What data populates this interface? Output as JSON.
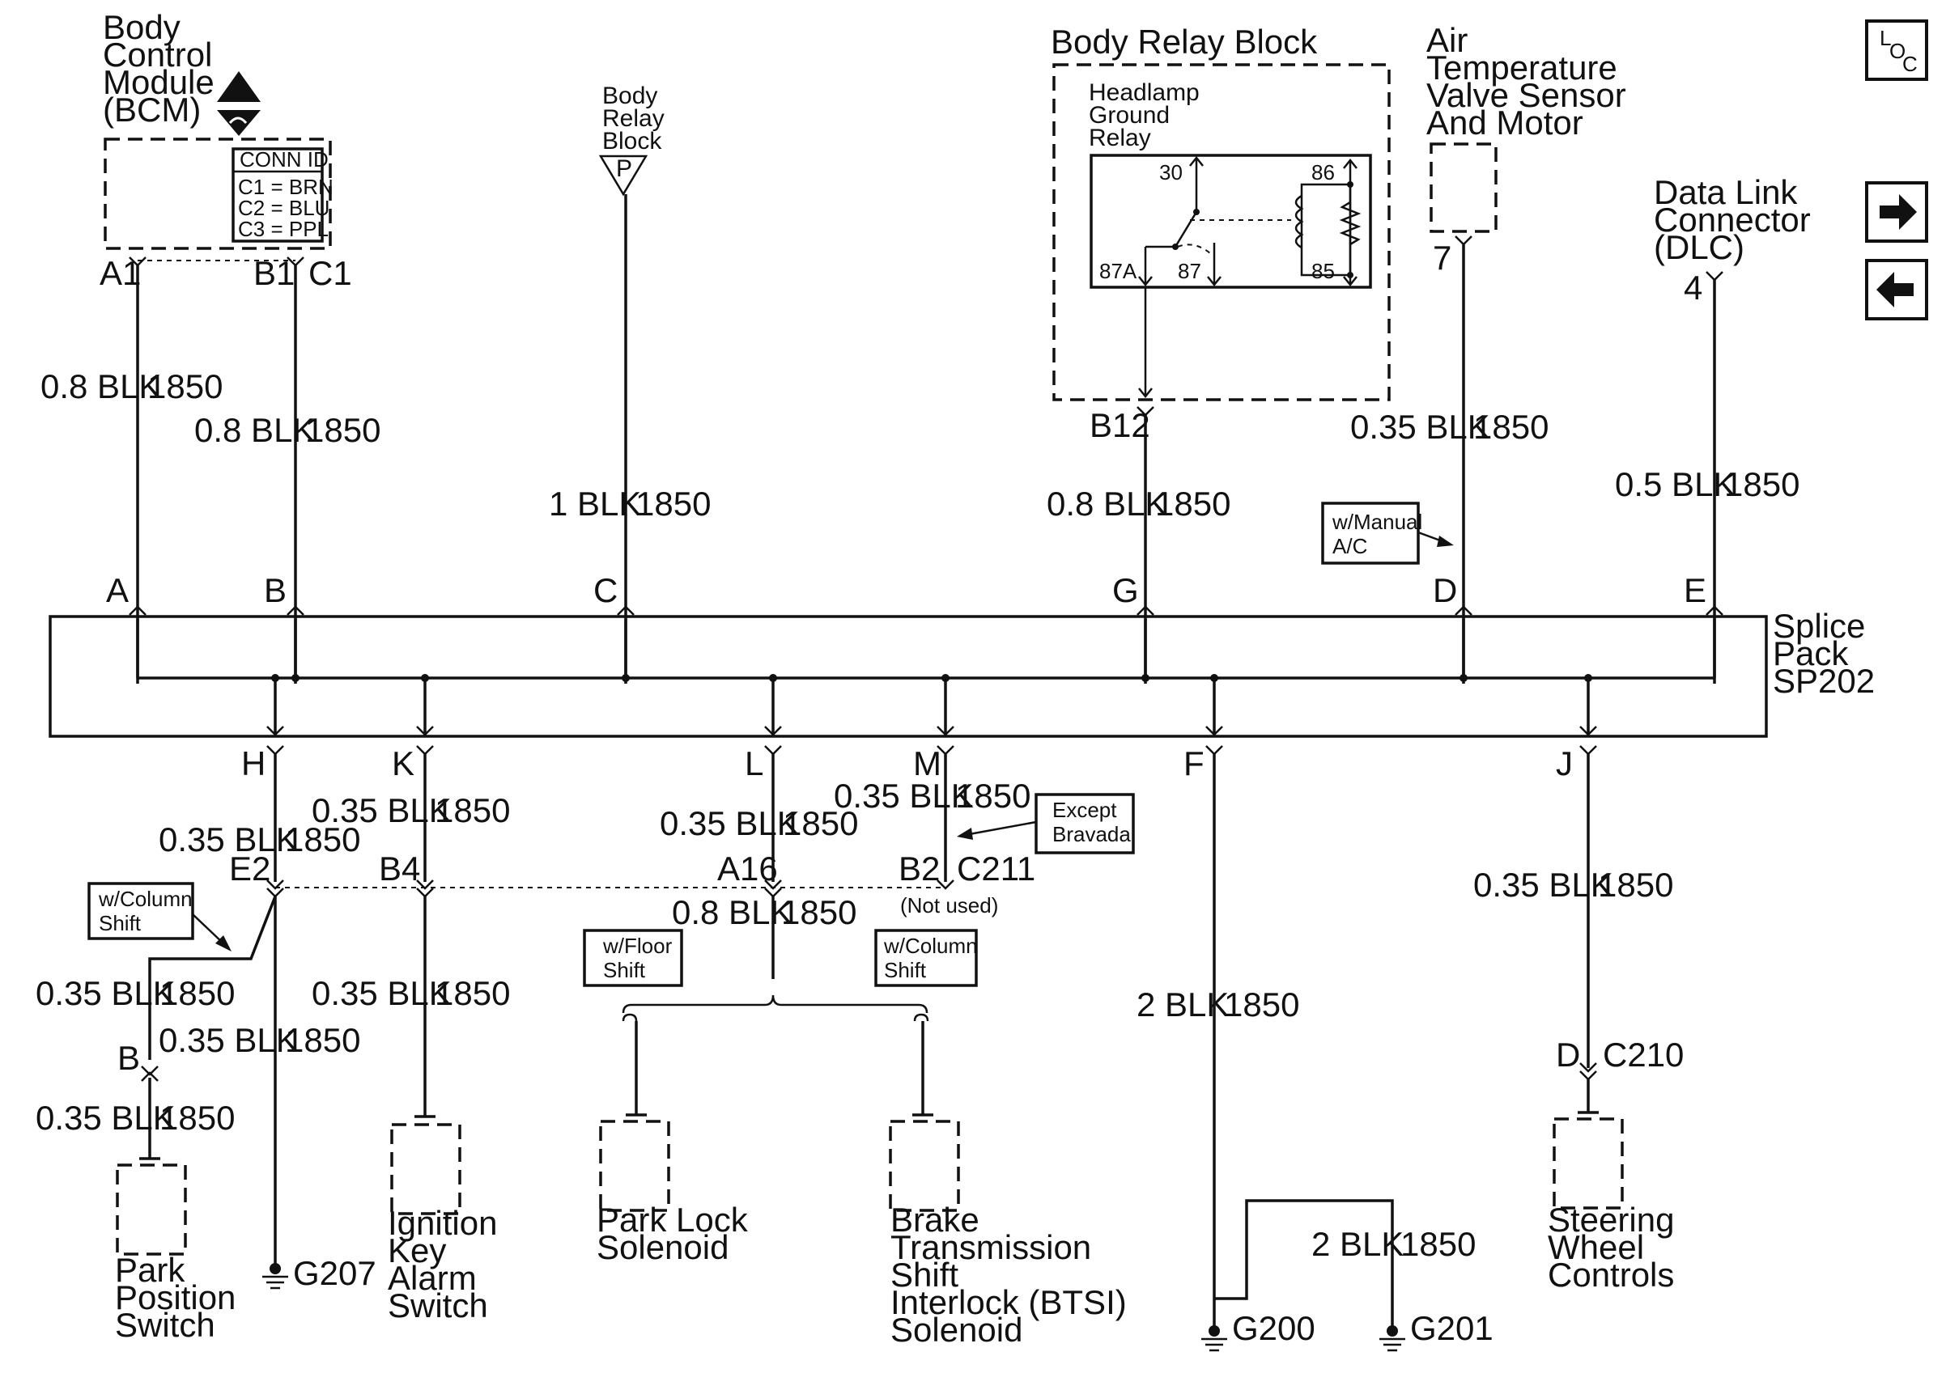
{
  "components": {
    "bcm": {
      "line1": "Body",
      "line2": "Control",
      "line3": "Module",
      "line4": "(BCM)"
    },
    "conn_id": {
      "title": "CONN ID",
      "c1": "C1 = BRN",
      "c2": "C2 = BLU",
      "c3": "C3 = PPL"
    },
    "body_relay_small": {
      "line1": "Body",
      "line2": "Relay",
      "line3": "Block",
      "pin": "P"
    },
    "body_relay_block": {
      "title": "Body Relay Block",
      "line1": "Headlamp",
      "line2": "Ground",
      "line3": "Relay",
      "p30": "30",
      "p86": "86",
      "p87a": "87A",
      "p87": "87",
      "p85": "85"
    },
    "air_temp": {
      "line1": "Air",
      "line2": "Temperature",
      "line3": "Valve Sensor",
      "line4": "And Motor"
    },
    "dlc": {
      "line1": "Data Link",
      "line2": "Connector",
      "line3": "(DLC)"
    },
    "splice": {
      "line1": "Splice",
      "line2": "Pack",
      "line3": "SP202"
    },
    "park_position": {
      "line1": "Park",
      "line2": "Position",
      "line3": "Switch"
    },
    "ignition_key": {
      "line1": "Ignition",
      "line2": "Key",
      "line3": "Alarm",
      "line4": "Switch"
    },
    "park_lock": {
      "line1": "Park Lock",
      "line2": "Solenoid"
    },
    "btsi": {
      "line1": "Brake",
      "line2": "Transmission",
      "line3": "Shift",
      "line4": "Interlock (BTSI)",
      "line5": "Solenoid"
    },
    "steering": {
      "line1": "Steering",
      "line2": "Wheel",
      "line3": "Controls"
    }
  },
  "pins": {
    "a1": "A1",
    "b1": "B1",
    "c1": "C1",
    "b12": "B12",
    "p7": "7",
    "p4": "4",
    "A": "A",
    "B": "B",
    "C": "C",
    "G": "G",
    "D": "D",
    "E": "E",
    "H": "H",
    "K": "K",
    "L": "L",
    "M": "M",
    "F": "F",
    "J": "J",
    "e2": "E2",
    "b4": "B4",
    "a16": "A16",
    "b2": "B2",
    "c211": "C211",
    "not_used": "(Not used)",
    "pp_b": "B",
    "d": "D",
    "c210": "C210"
  },
  "wires": {
    "w_a_gauge": "0.8 BLK",
    "w_a_circ": "1850",
    "w_b_gauge": "0.8 BLK",
    "w_b_circ": "1850",
    "w_c_gauge": "1 BLK",
    "w_c_circ": "1850",
    "w_g_gauge": "0.8 BLK",
    "w_g_circ": "1850",
    "w_d_gauge": "0.35 BLK",
    "w_d_circ": "1850",
    "w_e_gauge": "0.5 BLK",
    "w_e_circ": "1850",
    "w_k_gauge": "0.35 BLK",
    "w_k_circ": "1850",
    "w_h_gauge": "0.35 BLK",
    "w_h_circ": "1850",
    "w_l_gauge": "0.35 BLK",
    "w_l_circ": "1850",
    "w_m_gauge": "0.35 BLK",
    "w_m_circ": "1850",
    "w_j_gauge": "0.35 BLK",
    "w_j_circ": "1850",
    "w_a16_gauge": "0.8 BLK",
    "w_a16_circ": "1850",
    "w_pp1_gauge": "0.35 BLK",
    "w_pp1_circ": "1850",
    "w_g207_gauge": "0.35 BLK",
    "w_g207_circ": "1850",
    "w_pp2_gauge": "0.35 BLK",
    "w_pp2_circ": "1850",
    "w_ik_gauge": "0.35 BLK",
    "w_ik_circ": "1850",
    "w_f_gauge": "2 BLK",
    "w_f_circ": "1850",
    "w_g201_gauge": "2 BLK",
    "w_g201_circ": "1850"
  },
  "options": {
    "manual_ac_1": "w/Manual",
    "manual_ac_2": "A/C",
    "except_1": "Except",
    "except_2": "Bravada",
    "col_shift_1": "w/Column",
    "col_shift_2": "Shift",
    "floor_shift_1": "w/Floor",
    "floor_shift_2": "Shift",
    "col_shift2_1": "w/Column",
    "col_shift2_2": "Shift"
  },
  "grounds": {
    "g207": "G207",
    "g200": "G200",
    "g201": "G201"
  },
  "nav": {
    "loc_l": "L",
    "loc_o": "O",
    "loc_c": "C"
  }
}
